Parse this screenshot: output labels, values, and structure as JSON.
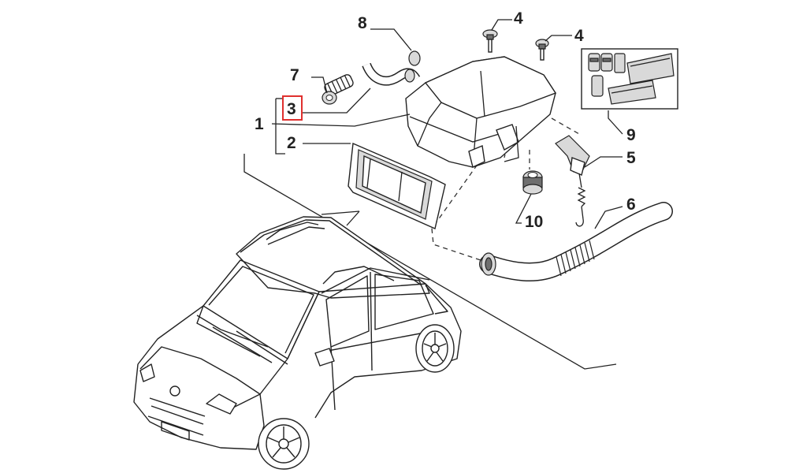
{
  "callouts": {
    "p1": "1",
    "p2": "2",
    "p3": "3",
    "p4a": "4",
    "p4b": "4",
    "p5": "5",
    "p6": "6",
    "p7": "7",
    "p8": "8",
    "p9": "9",
    "p10": "10"
  },
  "highlight": {
    "callout": "3",
    "color": "#e0302e"
  },
  "colors": {
    "line": "#222222",
    "shade": "#d9d9d9",
    "dark": "#6f6f6f"
  },
  "icons": {
    "vehicle": "car-outline-icon",
    "filter_kit": "filter-kit-icon"
  }
}
